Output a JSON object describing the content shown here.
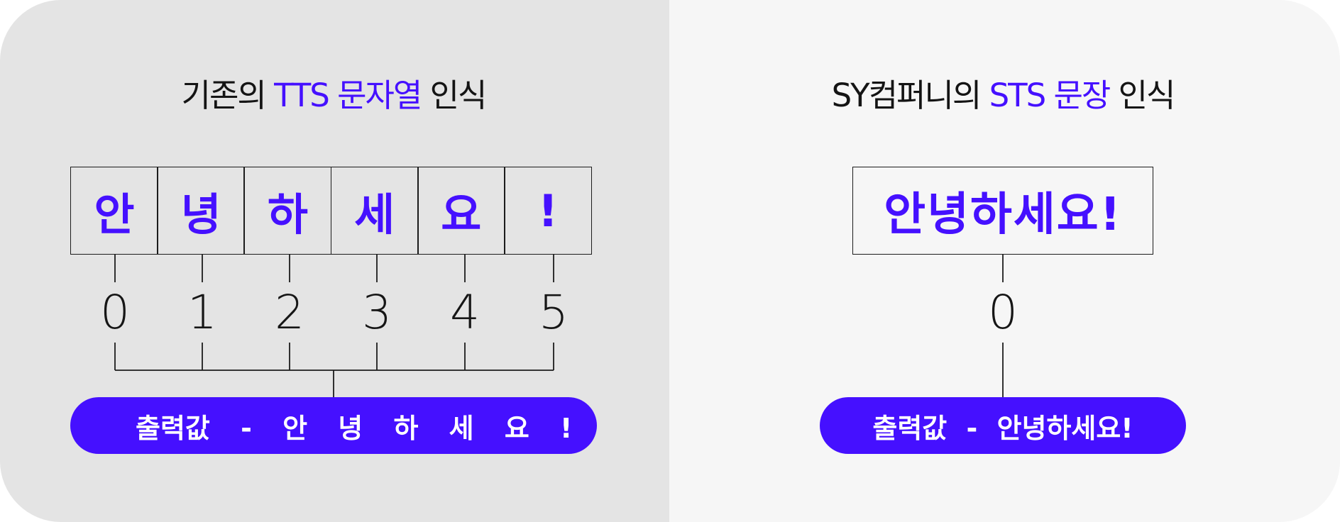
{
  "left_panel": {
    "title_prefix": "기존의 ",
    "title_accent": "TTS 문자열",
    "title_suffix": " 인식",
    "characters": [
      "안",
      "녕",
      "하",
      "세",
      "요",
      "!"
    ],
    "indices": [
      "0",
      "1",
      "2",
      "3",
      "4",
      "5"
    ],
    "output": "출력값 - 안 녕 하 세 요 !"
  },
  "right_panel": {
    "title_prefix": "SY컴퍼니의 ",
    "title_accent": "STS 문장",
    "title_suffix": " 인식",
    "sentence": "안녕하세요!",
    "index": "0",
    "output": "출력값 - 안녕하세요!"
  },
  "colors": {
    "accent": "#4510ff",
    "left_background": "#e4e4e4",
    "right_background": "#f6f6f6",
    "line": "#1c1c1c"
  }
}
